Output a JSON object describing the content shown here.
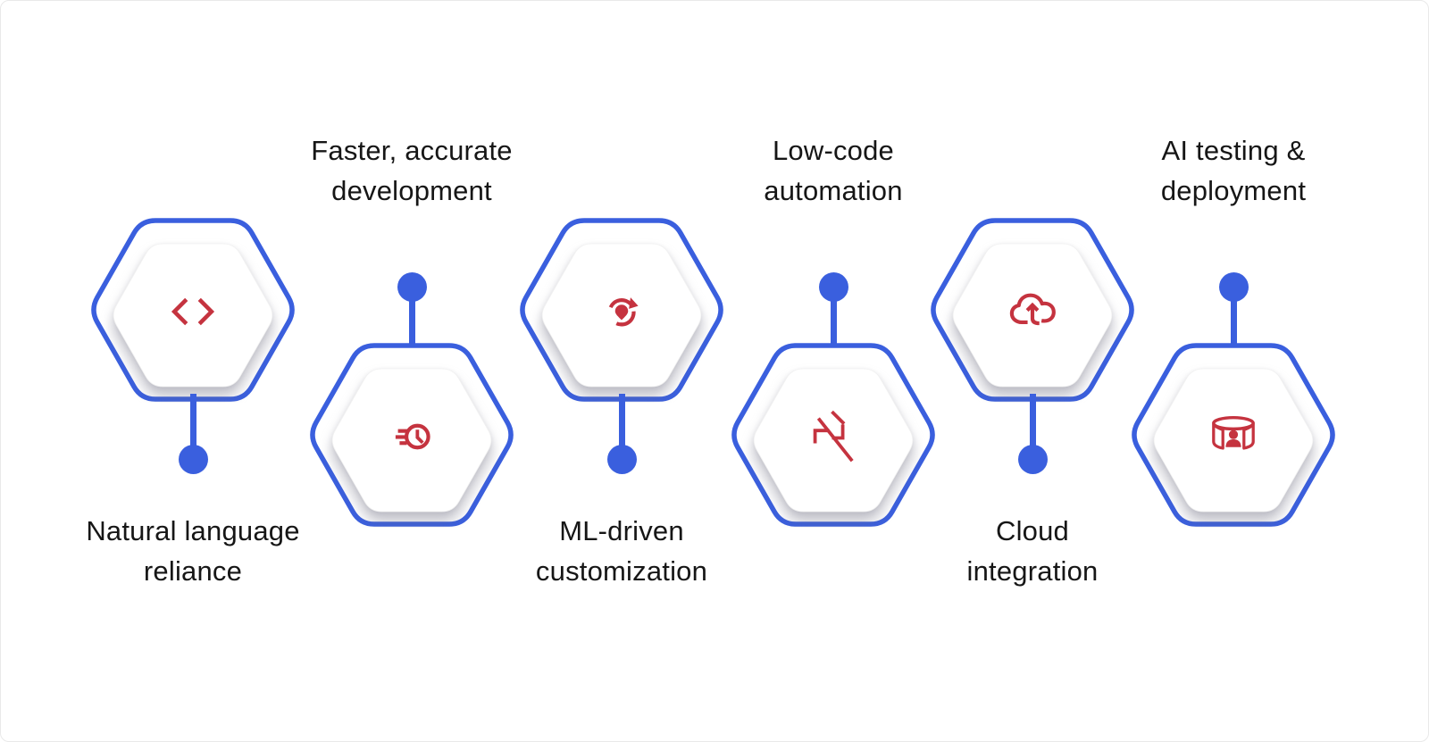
{
  "canvas": {
    "background": "#ffffff",
    "border_color": "#e9e9e9"
  },
  "colors": {
    "hexagon_blue": "#3A5FDE",
    "icon_red": "#C5333F",
    "label_text": "#161616"
  },
  "nodes": [
    {
      "label_line1": "Natural language",
      "label_line2": "reliance",
      "icon": "code-icon",
      "hexagon_position": "top",
      "label_position": "below"
    },
    {
      "label_line1": "Faster, accurate",
      "label_line2": "development",
      "icon": "speed-clock-icon",
      "hexagon_position": "bottom",
      "label_position": "above"
    },
    {
      "label_line1": "ML-driven",
      "label_line2": "customization",
      "icon": "rotating-pin-icon",
      "hexagon_position": "top",
      "label_position": "below"
    },
    {
      "label_line1": "Low-code",
      "label_line2": "automation",
      "icon": "low-code-icon",
      "hexagon_position": "bottom",
      "label_position": "above"
    },
    {
      "label_line1": "Cloud",
      "label_line2": "integration",
      "icon": "cloud-upload-icon",
      "hexagon_position": "top",
      "label_position": "below"
    },
    {
      "label_line1": "AI testing &",
      "label_line2": "deployment",
      "icon": "panorama-user-icon",
      "hexagon_position": "bottom",
      "label_position": "above"
    }
  ]
}
